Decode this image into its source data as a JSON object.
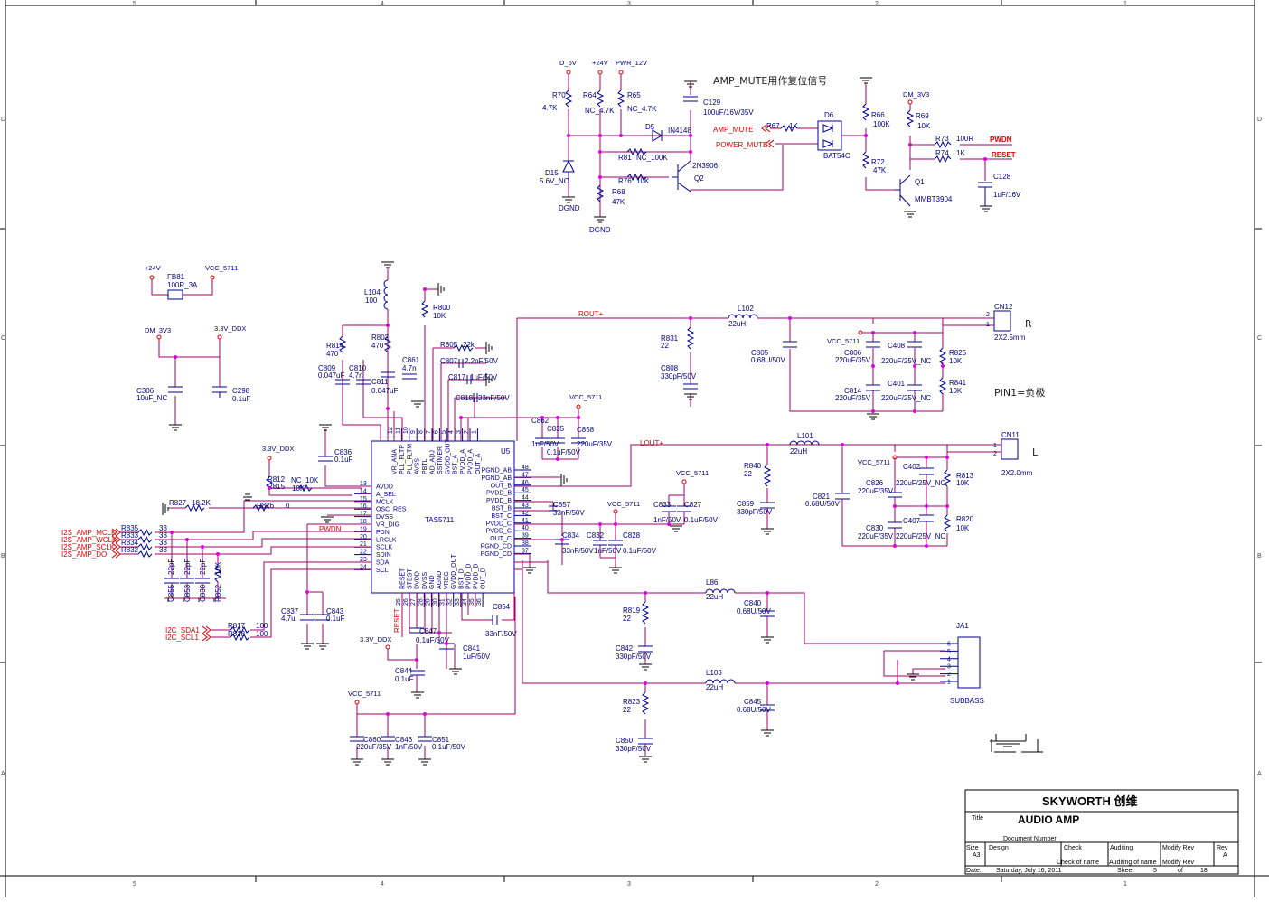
{
  "frame": {
    "top_numbers": [
      "5",
      "4",
      "3",
      "2",
      "1"
    ],
    "side_letters": [
      "D",
      "C",
      "B",
      "A"
    ]
  },
  "power": {
    "d5v": "D_5V",
    "p24v": "+24V",
    "pwr12v": "PWR_12V",
    "dm3v3": "DM_3V3",
    "vcc5711": "VCC_5711",
    "v33ddx": "3.3V_DDX",
    "v33ddx2": "3.3V_DDX",
    "dgnd": "DGND"
  },
  "notes": {
    "mute_note": "AMP_MUTE用作复位信号",
    "pin1_note": "PIN1=负极",
    "r_label": "R",
    "l_label": "L"
  },
  "nets": {
    "amp_mute": "AMP_MUTE",
    "power_mute": "POWER_MUTE",
    "pwdn": "PWDN",
    "reset": "RESET",
    "rout": "ROUT+",
    "lout": "LOUT+",
    "i2s_mclk": "I2S_AMP_MCLK",
    "i2s_wclk": "I2S_AMP_WCLK",
    "i2s_sclk": "I2S_AMP_SCLK",
    "i2s_do": "I2S_AMP_DO",
    "i2c_sda": "I2C_SDA1",
    "i2c_scl": "I2C_SCL1",
    "pwdn_u5": "PWDN",
    "reset_u5": "RESET"
  },
  "parts": {
    "r70": [
      "R70",
      "4.7K"
    ],
    "r64": [
      "R64",
      "NC_4.7K"
    ],
    "r65": [
      "R65",
      "NC_4.7K"
    ],
    "c129": [
      "C129",
      "100uF/16V/35V"
    ],
    "d5": [
      "D5",
      "IN4148"
    ],
    "d15": [
      "D15",
      "5.6V_NC"
    ],
    "r81": [
      "R81",
      "NC_100K"
    ],
    "q2": [
      "Q2",
      "2N3906"
    ],
    "r76": [
      "R76",
      "10K"
    ],
    "r68": [
      "R68",
      "47K"
    ],
    "r67": [
      "R67",
      "1K"
    ],
    "d6": [
      "D6",
      "BAT54C"
    ],
    "r66": [
      "R66",
      "100K"
    ],
    "r72": [
      "R72",
      "47K"
    ],
    "r69": [
      "R69",
      "10K"
    ],
    "q1": [
      "Q1",
      "MMBT3904"
    ],
    "r73": [
      "R73",
      "100R"
    ],
    "r74": [
      "R74",
      "1K"
    ],
    "c128": [
      "C128",
      "1uF/16V"
    ],
    "fb81": [
      "FB81",
      "100R_3A"
    ],
    "c306": [
      "C306",
      "10uF_NC"
    ],
    "c298": [
      "C298",
      "0.1uF"
    ],
    "l104": [
      "L104",
      "100"
    ],
    "r800": [
      "R800",
      "10K"
    ],
    "r814": [
      "R814",
      "470"
    ],
    "r802": [
      "R802",
      "470"
    ],
    "c809": [
      "C809",
      "0.047uF"
    ],
    "c810": [
      "C810",
      "4.7n"
    ],
    "c811": [
      "C811",
      "0.047uF"
    ],
    "c861": [
      "C861",
      "4.7n"
    ],
    "r805": [
      "R805",
      "22k"
    ],
    "c807": [
      "C807",
      "2.2nF/50V"
    ],
    "c817": [
      "C817",
      "1uF/50V"
    ],
    "c818": [
      "C818",
      "33nF/50V"
    ],
    "c836": [
      "C836",
      "0.1uF"
    ],
    "r812": [
      "R812",
      "NC_10K"
    ],
    "r815": [
      "R815",
      "10K"
    ],
    "r827": [
      "R827",
      "18.2K"
    ],
    "r826": [
      "R826",
      "0"
    ],
    "r835": [
      "R835",
      "33"
    ],
    "r833": [
      "R833",
      "33"
    ],
    "r834": [
      "R834",
      "33"
    ],
    "r832": [
      "R832",
      "33"
    ],
    "c855": [
      "C855",
      "22pF"
    ],
    "c853": [
      "C853",
      "22pF"
    ],
    "c838": [
      "C838",
      "22pF"
    ],
    "c852": [
      "R852",
      "10K"
    ],
    "c837": [
      "C837",
      "4.7u"
    ],
    "c843": [
      "C843",
      "0.1uF"
    ],
    "r817": [
      "R817",
      "100"
    ],
    "r818": [
      "R818",
      "100"
    ],
    "c847": [
      "C847",
      "0.1uF/50V"
    ],
    "c841": [
      "C841",
      "1uF/50V"
    ],
    "c844": [
      "C844",
      "0.1uF"
    ],
    "c854": [
      "C854",
      "33nF/50V"
    ],
    "c860": [
      "C860",
      "220uF/35V"
    ],
    "c846": [
      "C846",
      "1nF/50V"
    ],
    "c851": [
      "C851",
      "0.1uF/50V"
    ],
    "c862": [
      "C862",
      "1nF/50V"
    ],
    "c835": [
      "C835",
      "0.1uF/50V"
    ],
    "c858": [
      "C858",
      "220uF/35V"
    ],
    "c857": [
      "C857",
      "33nF/50V"
    ],
    "c834": [
      "C834",
      "33nF/50V"
    ],
    "c832": [
      "C832",
      "1nF/50V"
    ],
    "c828": [
      "C828",
      "0.1uF/50V"
    ],
    "c833": [
      "C833",
      "1nF/50V"
    ],
    "c827": [
      "C827",
      "0.1uF/50V"
    ],
    "l102": [
      "L102",
      "22uH"
    ],
    "r831": [
      "R831",
      "22"
    ],
    "c808": [
      "C808",
      "330pF/50V"
    ],
    "c805": [
      "C805",
      "0.68U/50V"
    ],
    "c806": [
      "C806",
      "220uF/35V"
    ],
    "c408": [
      "C408",
      "220uF/25V_NC"
    ],
    "r825": [
      "R825",
      "10K"
    ],
    "c814": [
      "C814",
      "220uF/35V"
    ],
    "c401": [
      "C401",
      "220uF/25V_NC"
    ],
    "r841": [
      "R841",
      "10K"
    ],
    "cn12": [
      "CN12",
      "2X2.5mm"
    ],
    "l101": [
      "L101",
      "22uH"
    ],
    "r840": [
      "R840",
      "22"
    ],
    "c859": [
      "C859",
      "330pF/50V"
    ],
    "c821": [
      "C821",
      "0.68U/50V"
    ],
    "c826": [
      "C826",
      "220uF/35V"
    ],
    "c402": [
      "C402",
      "220uF/25V_NC"
    ],
    "r813": [
      "R813",
      "10K"
    ],
    "c830": [
      "C830",
      "220uF/35V"
    ],
    "c407": [
      "C407",
      "220uF/25V_NC"
    ],
    "r820": [
      "R820",
      "10K"
    ],
    "cn11": [
      "CN11",
      "2X2.0mm"
    ],
    "l86": [
      "L86",
      "22uH"
    ],
    "r819": [
      "R819",
      "22"
    ],
    "c842": [
      "C842",
      "330pF/50V"
    ],
    "c840": [
      "C840",
      "0.68U/50V"
    ],
    "l103": [
      "L103",
      "22uH"
    ],
    "r823": [
      "R823",
      "22"
    ],
    "c850": [
      "C850",
      "330pF/50V"
    ],
    "c845": [
      "C845",
      "0.68U/50V"
    ],
    "ja1": [
      "JA1",
      "SUBBASS"
    ]
  },
  "u5": {
    "ref": "U5",
    "name": "TAS5711",
    "left_pins": [
      [
        "13",
        "AVDD"
      ],
      [
        "14",
        "A_SEL"
      ],
      [
        "15",
        "MCLK"
      ],
      [
        "16",
        "OSC_RES"
      ],
      [
        "17",
        "DVSS"
      ],
      [
        "18",
        "VR_DIG"
      ],
      [
        "19",
        "PDN"
      ],
      [
        "20",
        "LRCLK"
      ],
      [
        "21",
        "SCLK"
      ],
      [
        "22",
        "SDIN"
      ],
      [
        "23",
        "SDA"
      ],
      [
        "24",
        "SCL"
      ]
    ],
    "right_pins": [
      [
        "48",
        "PGND_AB"
      ],
      [
        "47",
        "PGND_AB"
      ],
      [
        "46",
        "OUT_B"
      ],
      [
        "45",
        "PVDD_B"
      ],
      [
        "44",
        "PVDD_B"
      ],
      [
        "43",
        "BST_B"
      ],
      [
        "42",
        "BST_C"
      ],
      [
        "41",
        "PVDD_C"
      ],
      [
        "40",
        "PVDD_C"
      ],
      [
        "39",
        "OUT_C"
      ],
      [
        "38",
        "PGND_CD"
      ],
      [
        "37",
        "PGND_CD"
      ]
    ],
    "top_pins": [
      [
        "12",
        "VR_ANA"
      ],
      [
        "11",
        "PLL_FLTP"
      ],
      [
        "10",
        "PLL_FLTM"
      ],
      [
        "9",
        "AVSS"
      ],
      [
        "8",
        "PBTL"
      ],
      [
        "7",
        "AD_ADJ"
      ],
      [
        "6",
        "SSTIMER"
      ],
      [
        "5",
        "GVDD_OUT"
      ],
      [
        "4",
        "BST_A"
      ],
      [
        "3",
        "PVDD_A"
      ],
      [
        "2",
        "PVDD_A"
      ],
      [
        "1",
        "OUT_A"
      ]
    ],
    "bottom_pins": [
      [
        "25",
        "RESET"
      ],
      [
        "26",
        "STEST"
      ],
      [
        "27",
        "DVDD"
      ],
      [
        "28",
        "DVSS"
      ],
      [
        "29",
        "GND"
      ],
      [
        "30",
        "AGND"
      ],
      [
        "31",
        "VREG"
      ],
      [
        "32",
        "GVDD_OUT"
      ],
      [
        "33",
        "BST_D"
      ],
      [
        "34",
        "PVDD_D"
      ],
      [
        "35",
        "PVDD_D"
      ],
      [
        "36",
        "OUT_D"
      ]
    ]
  },
  "jack_pins": [
    "6",
    "5",
    "4",
    "3",
    "2",
    "1"
  ],
  "title_block": {
    "company": "SKYWORTH 创维",
    "title_label": "Title",
    "title": "AUDIO AMP",
    "docnum_label": "Document Number",
    "size_label": "Size",
    "size": "A3",
    "design_label": "Design",
    "check_label": "Check",
    "check_name": "Check  of  name",
    "auditing_label": "Auditing",
    "auditing_name": "Auditing of name",
    "modify_label": "Modify Rev",
    "modify_name": "Modify Rev",
    "rev_label": "Rev",
    "rev": "A",
    "date_label": "Date:",
    "date": "Saturday, July 16, 2011",
    "sheet_label": "Sheet",
    "sheet": "5",
    "of_label": "of",
    "total": "18"
  }
}
